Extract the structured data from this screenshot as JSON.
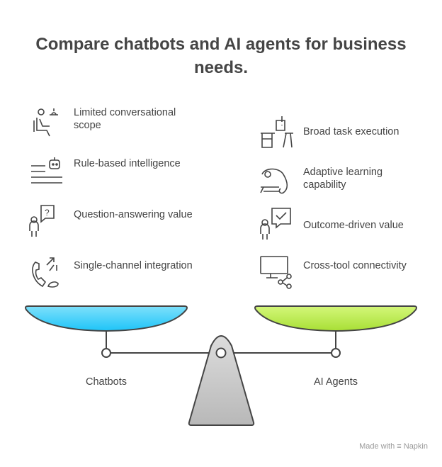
{
  "title": "Compare chatbots and AI agents for business needs.",
  "chatbots": {
    "label": "Chatbots",
    "color": "#2ec8f8",
    "items": [
      {
        "icon": "customer-service-icon",
        "text": "Limited conversational scope"
      },
      {
        "icon": "robot-list-icon",
        "text": "Rule-based intelligence"
      },
      {
        "icon": "question-bubble-icon",
        "text": "Question-answering value"
      },
      {
        "icon": "phone-arrows-icon",
        "text": "Single-channel integration"
      }
    ]
  },
  "agents": {
    "label": "AI Agents",
    "color": "#b5e64a",
    "items": [
      {
        "icon": "desk-task-icon",
        "text": "Broad task execution"
      },
      {
        "icon": "chameleon-icon",
        "text": "Adaptive learning capability"
      },
      {
        "icon": "person-check-icon",
        "text": "Outcome-driven value"
      },
      {
        "icon": "monitor-share-icon",
        "text": "Cross-tool connectivity"
      }
    ]
  },
  "footer": {
    "made_with": "Made with",
    "brand": "Napkin"
  }
}
